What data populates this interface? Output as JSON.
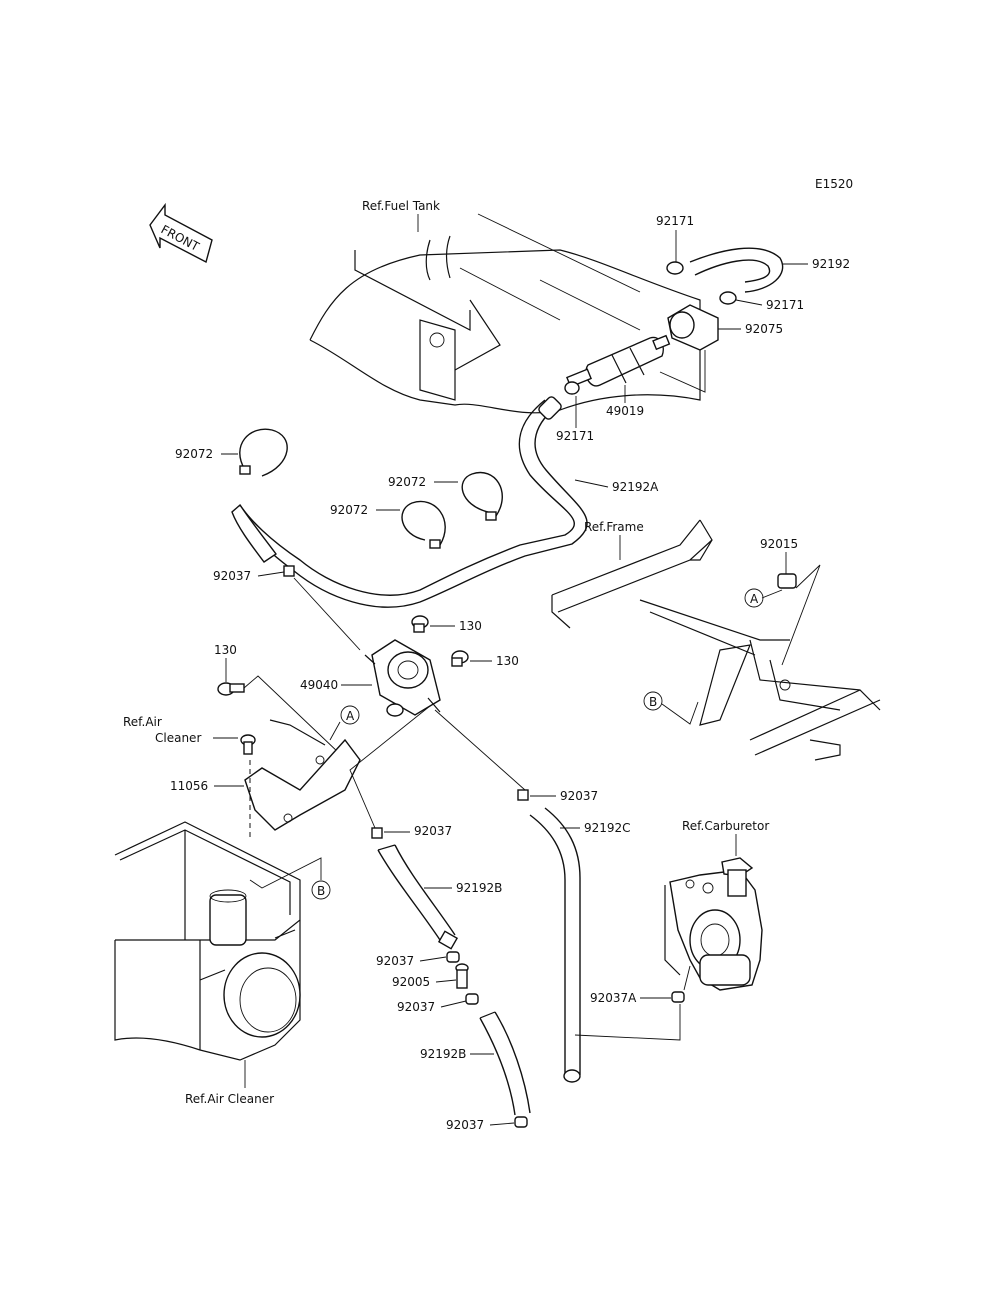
{
  "diagram_code": "E1520",
  "front_label": "FRONT",
  "refs": {
    "fuel_tank": "Ref.Fuel Tank",
    "frame": "Ref.Frame",
    "carburetor": "Ref.Carburetor",
    "air_cleaner_line1": "Ref.Air",
    "air_cleaner_line2": "Cleaner",
    "air_cleaner_bottom": "Ref.Air Cleaner"
  },
  "markers": {
    "a": "A",
    "b": "B"
  },
  "parts": {
    "clamp_92171_top": "92171",
    "hose_92192": "92192",
    "clamp_92171_right": "92171",
    "holder_92075": "92075",
    "filter_49019": "49019",
    "clamp_92171_lower": "92171",
    "band_92072_left": "92072",
    "band_92072_middle": "92072",
    "band_92072_right": "92072",
    "hose_92192A": "92192A",
    "clip_92037_upper": "92037",
    "collar_92015": "92015",
    "bolt_130_upper": "130",
    "bolt_130_right": "130",
    "bolt_130_left": "130",
    "pump_49040": "49040",
    "bracket_11056": "11056",
    "clip_92037_mid_right": "92037",
    "hose_92192C": "92192C",
    "clip_92037_mid_left": "92037",
    "hose_92192B_upper": "92192B",
    "clip_92037_a": "92037",
    "fitting_92005": "92005",
    "clip_92037_b": "92037",
    "hose_92192B_lower": "92192B",
    "clip_92037_bottom": "92037",
    "clip_92037A": "92037A"
  }
}
